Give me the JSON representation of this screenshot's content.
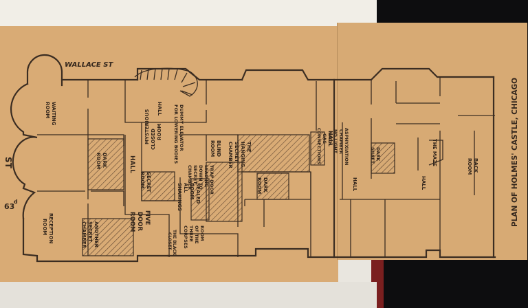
{
  "streets": {
    "north": "WALLACE ST",
    "west_number": "63",
    "west_suffix": "d",
    "west_st": "ST"
  },
  "caption": "PLAN OF HOLMES' CASTLE, CHICAGO",
  "labels": {
    "waiting_room": [
      "WAITING",
      "ROOM"
    ],
    "dark_room_left": [
      "DARK",
      "ROOM"
    ],
    "reception_room": [
      "RECEPTION",
      "ROOM"
    ],
    "another_secret_chamber": [
      "ANOTHER",
      "SECRET",
      "CHAMBER"
    ],
    "hall_top": "HALL",
    "hall_mid": "HALL",
    "mysterious_closed_room": [
      "MYSTERIOUS",
      "CLOSED",
      "ROOM"
    ],
    "secret_room": [
      "SECRET",
      "ROOM"
    ],
    "dummy_elevator": [
      "DUMMY ELEVATOR",
      "FOR LOWERING BODIES"
    ],
    "five_door_room": [
      "FIVE",
      "DOOR",
      "ROOM"
    ],
    "black_closet": [
      "THE BLACK",
      "CLOSET"
    ],
    "sealed_room": [
      "SEALED",
      "ROOM",
      "ALL",
      "SHAKINGS"
    ],
    "trap_door": [
      "TRAP DOOR",
      "LEADING",
      "DOWN TO",
      "SECRET",
      "CHAMBER"
    ],
    "blind_room": [
      "BLIND",
      "ROOM"
    ],
    "room_three_corpses": [
      "ROOM",
      "OF THE",
      "THREE",
      "CORPSES"
    ],
    "hanging_chamber": [
      "THE",
      "HANGING",
      "SECRET",
      "CHAMBER"
    ],
    "dark_room_mid": [
      "DARK",
      "ROOM"
    ],
    "hall_east": "HALL",
    "asphyxiation_chamber": [
      "ASPHYXIATION",
      "CHAMBER",
      "NO LIGHT",
      "WITH",
      "GAS",
      "CONNECTIONS"
    ],
    "dark_shaft": [
      "DARK",
      "SHAFT"
    ],
    "hall_right": "HALL",
    "hall_right2": "HALL",
    "the_maze": "THE MAZE",
    "back_room": [
      "BACK",
      "ROOM"
    ]
  }
}
